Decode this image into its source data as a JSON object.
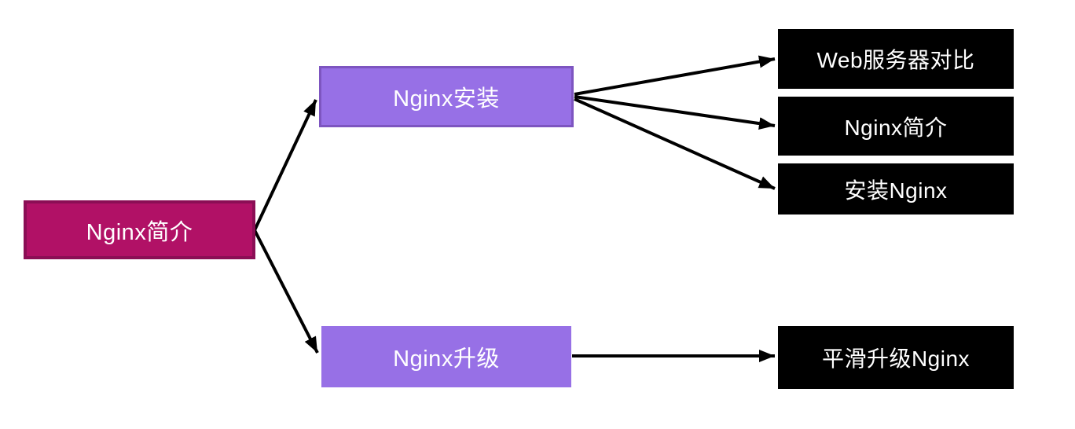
{
  "colors": {
    "background": "#FFFFFF",
    "root_fill": "#B11166",
    "root_border": "#8B0E55",
    "branch_fill": "#9770E6",
    "branch_border": "#7D55C0",
    "leaf_fill": "#000000",
    "node_text": "#FFFFFF",
    "arrow": "#000000"
  },
  "nodes": {
    "root": {
      "label": "Nginx简介"
    },
    "branches": [
      {
        "label": "Nginx安装"
      },
      {
        "label": "Nginx升级"
      }
    ],
    "leaves": [
      {
        "label": "Web服务器对比"
      },
      {
        "label": "Nginx简介"
      },
      {
        "label": "安装Nginx"
      },
      {
        "label": "平滑升级Nginx"
      }
    ]
  },
  "edges": [
    {
      "from": "Nginx简介",
      "to": "Nginx安装"
    },
    {
      "from": "Nginx简介",
      "to": "Nginx升级"
    },
    {
      "from": "Nginx安装",
      "to": "Web服务器对比"
    },
    {
      "from": "Nginx安装",
      "to": "Nginx简介"
    },
    {
      "from": "Nginx安装",
      "to": "安装Nginx"
    },
    {
      "from": "Nginx升级",
      "to": "平滑升级Nginx"
    }
  ]
}
